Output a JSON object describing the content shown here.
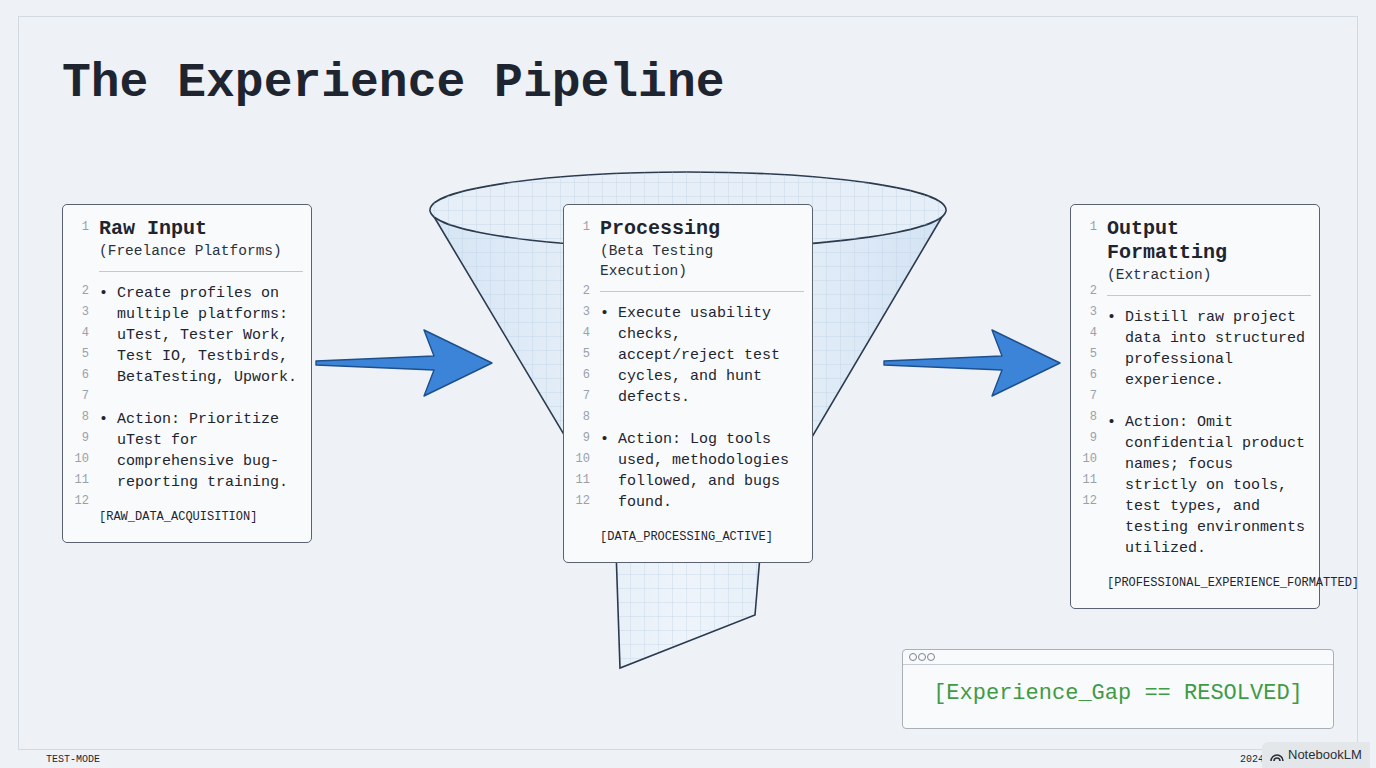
{
  "diagram": {
    "title": "The Experience Pipeline",
    "nodes": [
      {
        "text": [
          "Raw Input",
          "(Freelance Platforms)",
          "• Create profiles on multiple platforms: uTest, Tester Work, Test IO, Testbirds, BetaTesting, Upwork.",
          "• Action: Prioritize uTest for comprehensive bug-reporting training.",
          "[RAW_DATA_ACQUISITION]"
        ]
      },
      {
        "text": [
          "Processing",
          "(Beta Testing Execution)",
          "• Execute usability checks, accept/reject test cycles, and hunt defects.",
          "• Action: Log tools used, methodologies followed, and bugs found.",
          "[DATA_PROCESSING_ACTIVE]"
        ]
      },
      {
        "text": [
          "Output Formatting",
          "(Extraction)",
          "• Distill raw project data into structured professional experience.",
          "• Action: Omit confidential product names; focus strictly on tools, test types, and testing environments utilized.",
          "[PROFESSIONAL_EXPERIENCE_FORMATTED]"
        ]
      },
      {
        "text": [
          "[Experience_Gap == RESOLVED]"
        ]
      }
    ],
    "edges": [
      {
        "from": 0,
        "to": 1,
        "arrow": "to"
      },
      {
        "from": 1,
        "to": 2,
        "arrow": "to"
      }
    ],
    "labels": [
      "1",
      "2",
      "3",
      "4",
      "5",
      "6",
      "7",
      "8",
      "9",
      "10",
      "11",
      "12",
      "1",
      "2",
      "3",
      "4",
      "5",
      "6",
      "7",
      "8",
      "9",
      "10",
      "11",
      "12",
      "1",
      "2",
      "3",
      "4",
      "5",
      "6",
      "7",
      "8",
      "9",
      "10",
      "11",
      "12",
      "TEST-MODE",
      "2024",
      "NotebookLM"
    ]
  }
}
